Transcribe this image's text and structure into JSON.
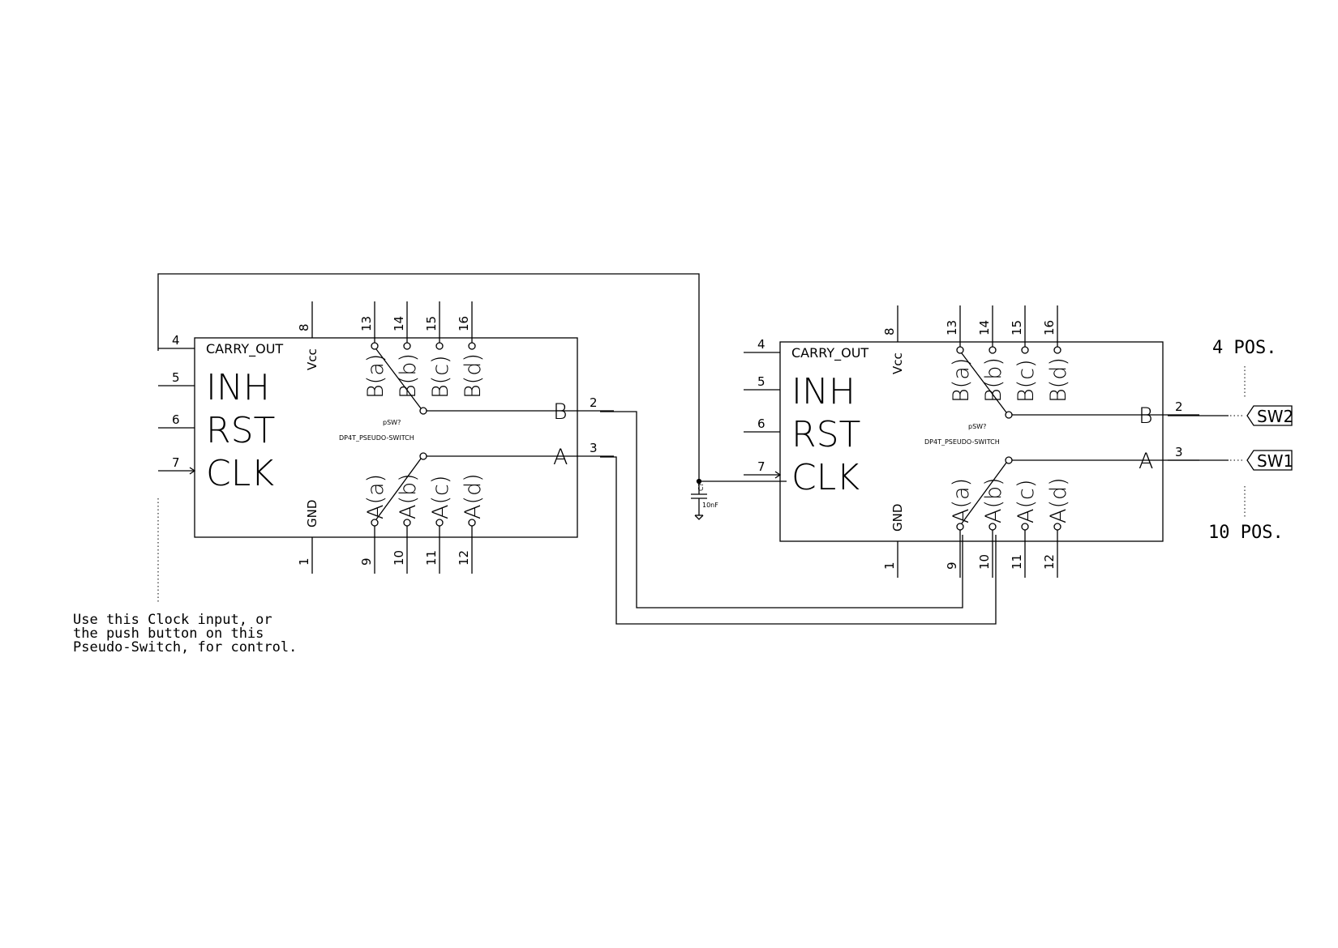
{
  "components": [
    {
      "id": "left",
      "ref": "pSW?",
      "value": "DP4T_PSEUDO-SWITCH",
      "carry_out": "CARRY_OUT",
      "inh": "INH",
      "rst": "RST",
      "clk": "CLK",
      "vcc": "Vcc",
      "gnd": "GND",
      "out_b": "B",
      "out_a": "A",
      "b_pins": [
        "B(a)",
        "B(b)",
        "B(c)",
        "B(d)"
      ],
      "a_pins": [
        "A(a)",
        "A(b)",
        "A(c)",
        "A(d)"
      ],
      "pin_numbers": {
        "carry": "4",
        "inh": "5",
        "rst": "6",
        "clk": "7",
        "vcc": "8",
        "gnd": "1",
        "out_b": "2",
        "out_a": "3",
        "b": [
          "13",
          "14",
          "15",
          "16"
        ],
        "a": [
          "9",
          "10",
          "11",
          "12"
        ]
      }
    },
    {
      "id": "right",
      "ref": "pSW?",
      "value": "DP4T_PSEUDO-SWITCH",
      "carry_out": "CARRY_OUT",
      "inh": "INH",
      "rst": "RST",
      "clk": "CLK",
      "vcc": "Vcc",
      "gnd": "GND",
      "out_b": "B",
      "out_a": "A",
      "b_pins": [
        "B(a)",
        "B(b)",
        "B(c)",
        "B(d)"
      ],
      "a_pins": [
        "A(a)",
        "A(b)",
        "A(c)",
        "A(d)"
      ],
      "pin_numbers": {
        "carry": "4",
        "inh": "5",
        "rst": "6",
        "clk": "7",
        "vcc": "8",
        "gnd": "1",
        "out_b": "2",
        "out_a": "3",
        "b": [
          "13",
          "14",
          "15",
          "16"
        ],
        "a": [
          "9",
          "10",
          "11",
          "12"
        ]
      }
    }
  ],
  "capacitor": {
    "ref": "C?",
    "value": "10nF"
  },
  "net_labels": {
    "sw2": "SW2",
    "sw1": "SW1"
  },
  "annotations": {
    "four_pos": "4 POS.",
    "ten_pos": "10 POS.",
    "note_lines": [
      "Use this Clock input, or",
      "the push button on this",
      "Pseudo-Switch, for control."
    ]
  }
}
